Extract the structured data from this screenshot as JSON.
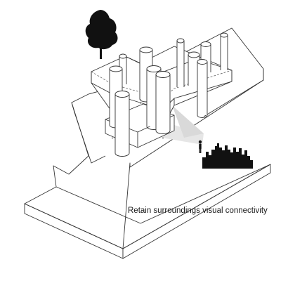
{
  "caption": "Retain surroundings visual connectivity",
  "colors": {
    "line": "#333333",
    "shadow": "#e3e3e3",
    "silhouette": "#111111",
    "background": "#ffffff"
  },
  "icons": [
    "tree-silhouette",
    "person-silhouette",
    "city-skyline-silhouette"
  ]
}
